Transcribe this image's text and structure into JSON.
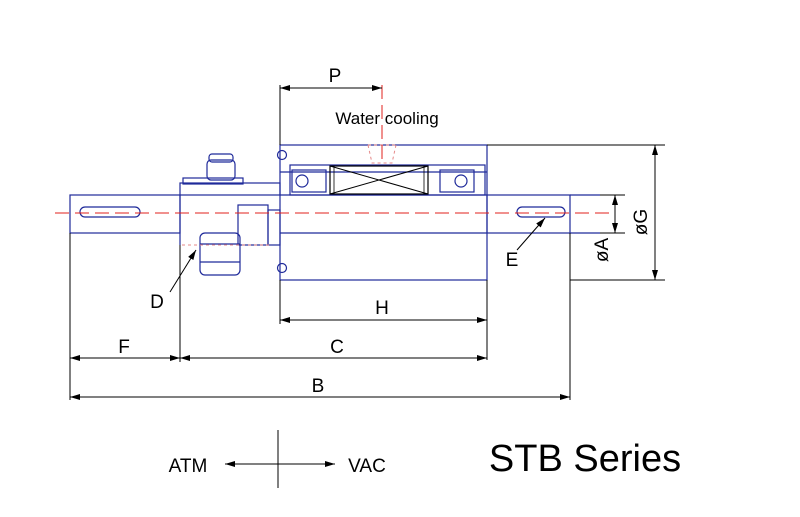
{
  "labels": {
    "P": "P",
    "water_cooling": "Water cooling",
    "G": "øG",
    "A": "øA",
    "E": "E",
    "D": "D",
    "H": "H",
    "F": "F",
    "C": "C",
    "B": "B",
    "atm": "ATM",
    "vac": "VAC",
    "series": "STB Series"
  },
  "colors": {
    "part_outline": "#1f2a9a",
    "centerline": "#e0201c",
    "dimension": "#000000"
  }
}
